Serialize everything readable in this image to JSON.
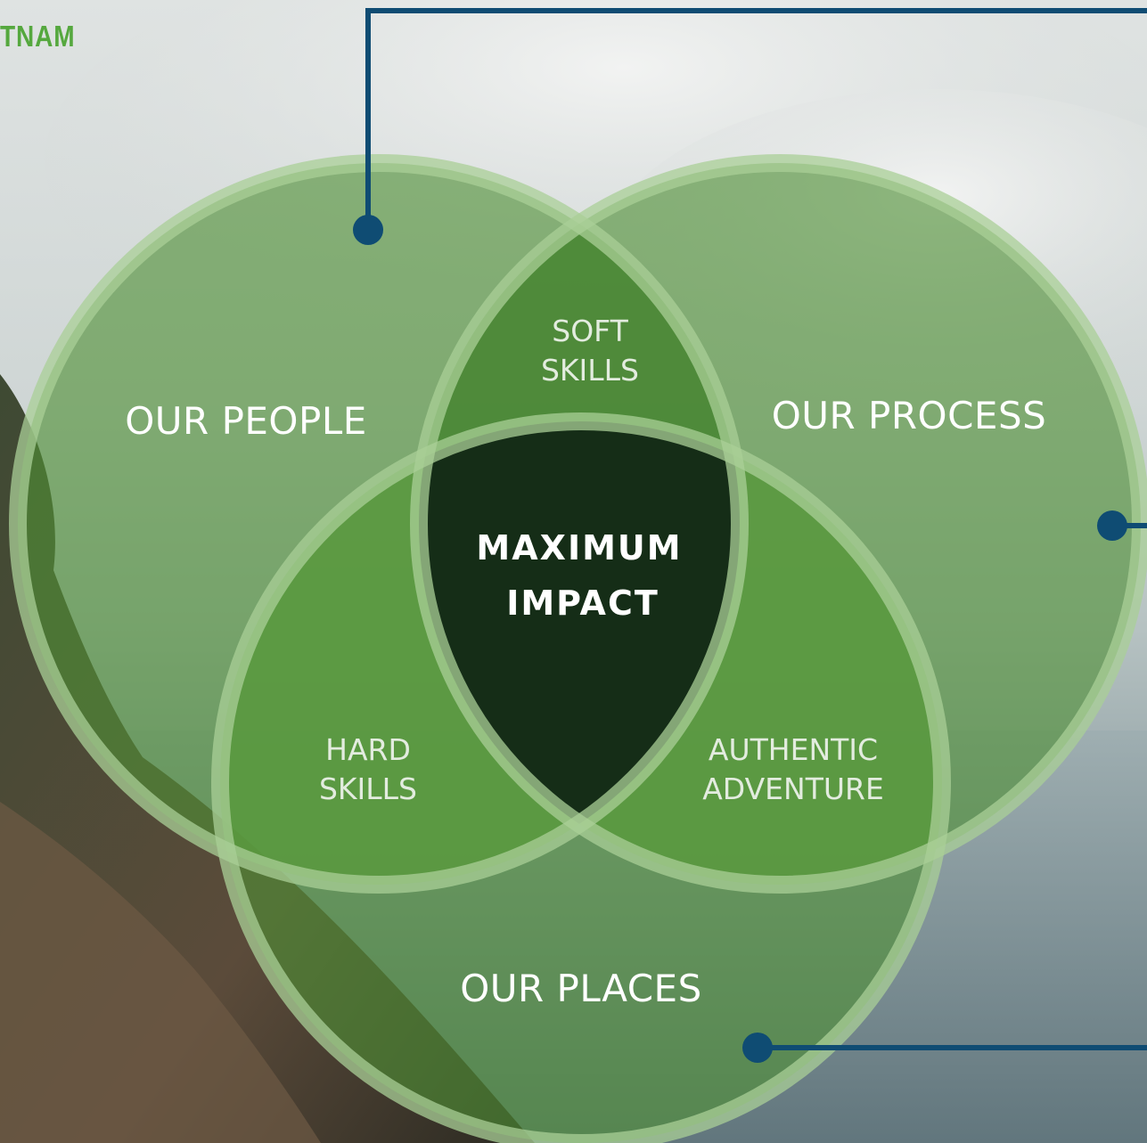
{
  "corner_text": "TNAM",
  "colors": {
    "circle_fill": "#4f8f36",
    "circle_stroke": "#a9cf97",
    "center_fill": "#152d17",
    "connector": "#0f4c73"
  },
  "diagram": {
    "circles": [
      {
        "label": "OUR PEOPLE"
      },
      {
        "label": "OUR PROCESS"
      },
      {
        "label": "OUR PLACES"
      }
    ],
    "overlaps": {
      "people_process": [
        "SOFT",
        "SKILLS"
      ],
      "people_places": [
        "HARD",
        "SKILLS"
      ],
      "process_places": [
        "AUTHENTIC",
        "ADVENTURE"
      ]
    },
    "center": [
      "MAXIMUM",
      "IMPACT"
    ]
  }
}
